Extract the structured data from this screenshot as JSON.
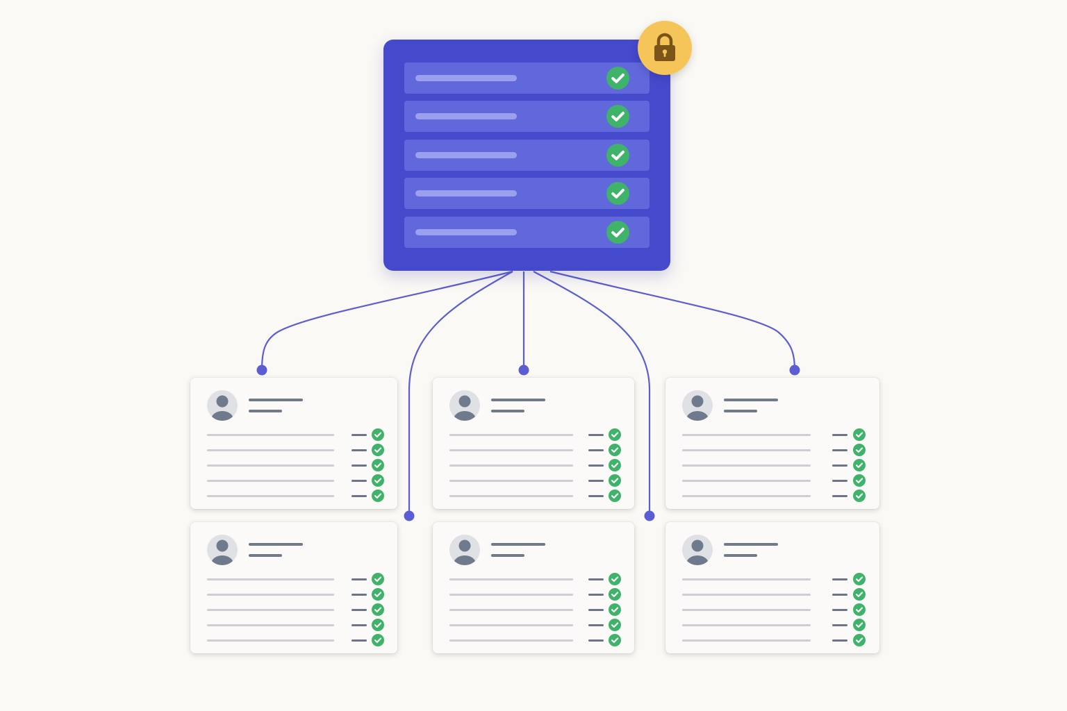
{
  "colors": {
    "background": "#fbf9f5",
    "master_panel": "#4549cc",
    "master_row": "#6068dc",
    "master_row_bar": "#9aa0ee",
    "connector": "#5a5ed2",
    "check_green": "#3fb36a",
    "lock_badge": "#f6c55a",
    "lock_body": "#7a5418",
    "card_background": "#fbfaf8",
    "avatar_background": "#dfe1e5",
    "avatar_figure": "#6f7b8c",
    "item_line": "#ccced3",
    "item_dash": "#6a7585"
  },
  "master_panel": {
    "icon": "lock-icon",
    "row_status": [
      "verified",
      "verified",
      "verified",
      "verified",
      "verified"
    ]
  },
  "cards": [
    {
      "icon": "user-avatar-icon",
      "item_status": [
        "verified",
        "verified",
        "verified",
        "verified",
        "verified"
      ]
    },
    {
      "icon": "user-avatar-icon",
      "item_status": [
        "verified",
        "verified",
        "verified",
        "verified",
        "verified"
      ]
    },
    {
      "icon": "user-avatar-icon",
      "item_status": [
        "verified",
        "verified",
        "verified",
        "verified",
        "verified"
      ]
    },
    {
      "icon": "user-avatar-icon",
      "item_status": [
        "verified",
        "verified",
        "verified",
        "verified",
        "verified"
      ]
    },
    {
      "icon": "user-avatar-icon",
      "item_status": [
        "verified",
        "verified",
        "verified",
        "verified",
        "verified"
      ]
    },
    {
      "icon": "user-avatar-icon",
      "item_status": [
        "verified",
        "verified",
        "verified",
        "verified",
        "verified"
      ]
    }
  ]
}
